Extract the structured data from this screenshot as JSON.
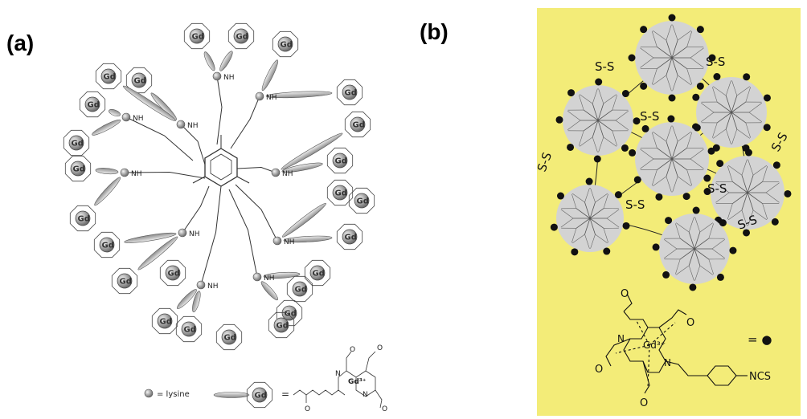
{
  "panels": {
    "a": {
      "label": "(a)",
      "metal_label": "Gd",
      "legend_lysine": "= lysine",
      "legend_equals": "=",
      "legend_complex_label": "Gd³⁺",
      "amine_label": "NH",
      "nitrogen_label": "N",
      "oxygen_label": "O",
      "colors": {
        "sphere": "#9a9a9a",
        "line": "#333333"
      }
    },
    "b": {
      "label": "(b)",
      "disulfide_label": "S-S",
      "legend_equals": "= ●",
      "metal_label": "Gd³⁺",
      "oxygen_label": "O",
      "nitrogen_label": "N",
      "ncs_label": "NCS",
      "colors": {
        "background": "#f3ec78",
        "dendrimer": "#d3d3d3",
        "dot": "#111111"
      }
    }
  }
}
